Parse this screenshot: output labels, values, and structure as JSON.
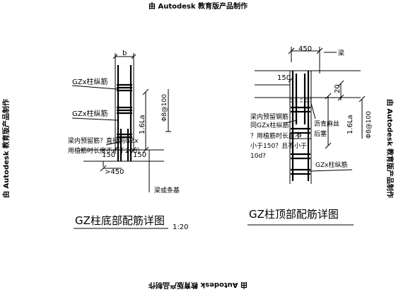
{
  "watermark": {
    "top": "由 Autodesk 教育版产品制作",
    "bottom": "由 Autodesk 教育版产品制作",
    "left": "由 Autodesk 教育版产品制作",
    "right": "由 Autodesk 教育版产品制作"
  },
  "left_detail": {
    "dim_b": "b",
    "label_gz1": "GZx柱纵筋",
    "label_gz2": "GZx柱纵筋",
    "note_line1": "梁内预留筋？直径同GZx",
    "note_line2": "用植筋时长度不小于20d）",
    "dim_150_left": "150",
    "dim_150_right": "150",
    "dim_450": ">450",
    "dim_16la": "1.6La",
    "dim_phi": "Φ8@100",
    "beam_label": "梁或条基",
    "title": "GZ柱底部配筋详图",
    "scale": "1:20"
  },
  "right_detail": {
    "dim_450": "450",
    "beam_label": "梁",
    "dim_150": "150",
    "dim_20": "20",
    "dim_16la": "1.6La",
    "dim_phi": "Φ8@100",
    "note_line1": "梁内预留钢筋",
    "note_line2": "同GZx柱纵筋",
    "note_line3": "？用植筋时长度不",
    "note_line4": "小于150？且不小于",
    "note_line5": "10d?",
    "dim_b": "b",
    "asphalt_1": "沥青麻丝",
    "asphalt_2": "后塞",
    "label_gz": "GZx柱纵筋",
    "title": "GZ柱顶部配筋详图"
  }
}
